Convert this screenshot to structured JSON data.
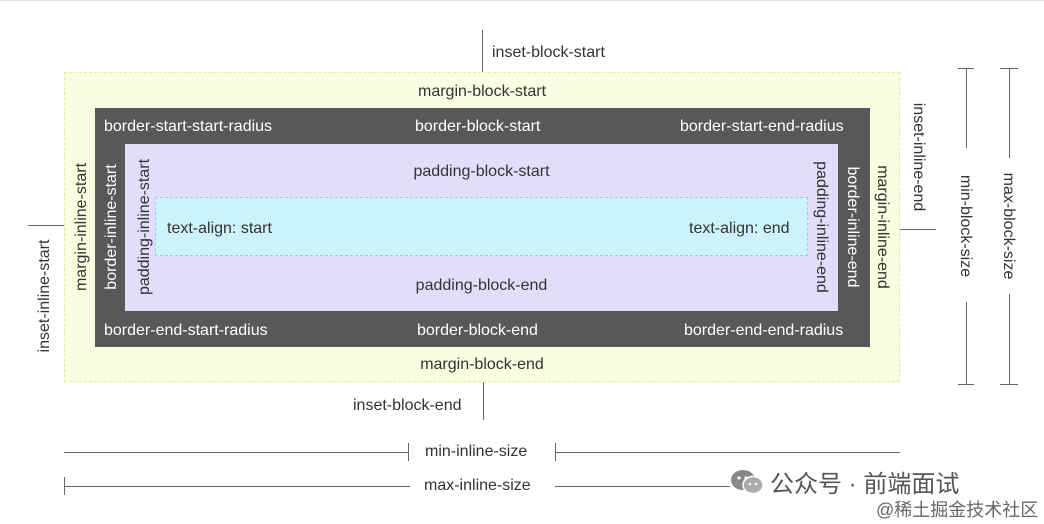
{
  "insets": {
    "block_start": "inset-block-start",
    "block_end": "inset-block-end",
    "inline_start": "inset-inline-start",
    "inline_end": "inset-inline-end"
  },
  "margins": {
    "block_start": "margin-block-start",
    "block_end": "margin-block-end",
    "inline_start": "margin-inline-start",
    "inline_end": "margin-inline-end"
  },
  "borders": {
    "start_start_radius": "border-start-start-radius",
    "block_start": "border-block-start",
    "start_end_radius": "border-start-end-radius",
    "end_start_radius": "border-end-start-radius",
    "block_end": "border-block-end",
    "end_end_radius": "border-end-end-radius",
    "inline_start": "border-inline-start",
    "inline_end": "border-inline-end"
  },
  "paddings": {
    "block_start": "padding-block-start",
    "block_end": "padding-block-end",
    "inline_start": "padding-inline-start",
    "inline_end": "padding-inline-end"
  },
  "content": {
    "text_align_start": "text-align: start",
    "text_align_end": "text-align: end"
  },
  "sizes": {
    "min_block": "min-block-size",
    "max_block": "max-block-size",
    "min_inline": "min-inline-size",
    "max_inline": "max-inline-size"
  },
  "watermark": {
    "line1": "公众号 · 前端面试",
    "line2": "@稀土掘金技术社区"
  },
  "colors": {
    "margin": "#fbfde0",
    "border": "#585858",
    "padding": "#e3dcfb",
    "content": "#cdf3fa"
  }
}
